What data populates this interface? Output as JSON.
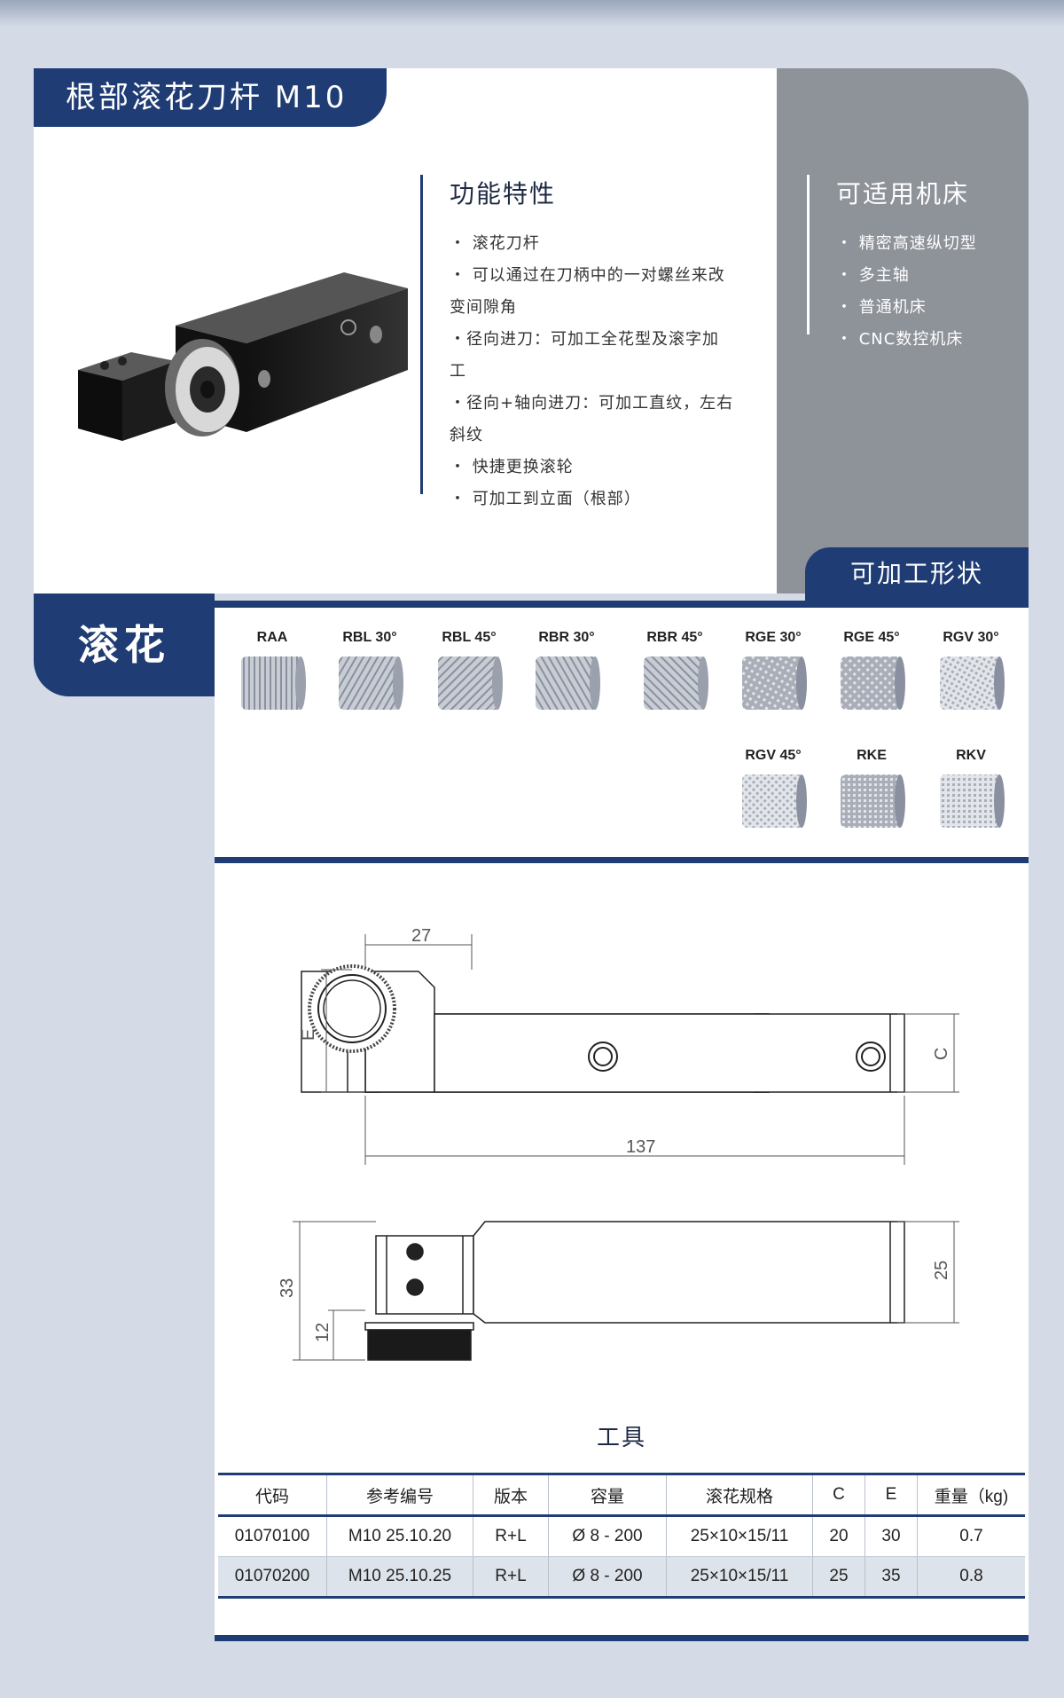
{
  "header": {
    "title": "根部滚花刀杆 M10"
  },
  "features": {
    "heading": "功能特性",
    "items": [
      "・ 滚花刀杆",
      "・ 可以通过在刀柄中的一对螺丝来改",
      "变间隙角",
      "・径向进刀：可加工全花型及滚字加",
      "工",
      "・径向+轴向进刀：可加工直纹，左右",
      "斜纹",
      "・ 快捷更换滚轮",
      "・ 可加工到立面（根部）"
    ]
  },
  "machines": {
    "heading": "可适用机床",
    "items": [
      "・ 精密高速纵切型",
      "・ 多主轴",
      "・ 普通机床",
      "・ CNC数控机床"
    ]
  },
  "shapes_tab": "可加工形状",
  "knurl": {
    "label": "滚花",
    "types": [
      "RAA",
      "RBL 30°",
      "RBL 45°",
      "RBR 30°",
      "RBR 45°",
      "RGE 30°",
      "RGE 45°",
      "RGV 30°",
      "RGV 45°",
      "RKE",
      "RKV"
    ]
  },
  "drawing": {
    "dim_27": "27",
    "dim_E": "E",
    "dim_C": "C",
    "dim_137": "137",
    "dim_33": "33",
    "dim_12": "12",
    "dim_25": "25"
  },
  "tools": {
    "title": "工具",
    "headers": [
      "代码",
      "参考编号",
      "版本",
      "容量",
      "滚花规格",
      "C",
      "E",
      "重量（kg)"
    ],
    "rows": [
      [
        "01070100",
        "M10 25.10.20",
        "R+L",
        "Ø 8 - 200",
        "25×10×15/11",
        "20",
        "30",
        "0.7"
      ],
      [
        "01070200",
        "M10 25.10.25",
        "R+L",
        "Ø 8 - 200",
        "25×10×15/11",
        "25",
        "35",
        "0.8"
      ]
    ]
  },
  "colors": {
    "brand": "#1f3c74",
    "grey_panel": "#8e9299",
    "background": "#d4dae6"
  }
}
